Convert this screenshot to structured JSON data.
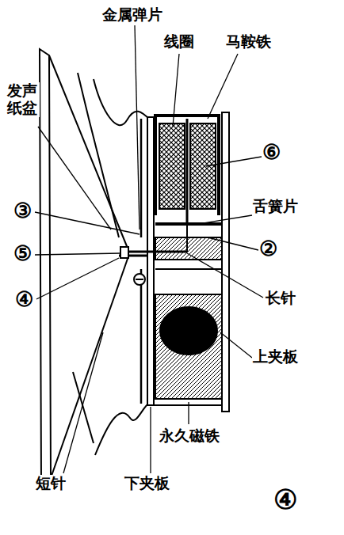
{
  "diagram": {
    "labels": [
      "金属弹片",
      "线圈",
      "马鞍铁",
      "发声纸盆",
      "⑥",
      "舌簧片",
      "③",
      "②",
      "⑤",
      "长针",
      "④",
      "上夹板",
      "永久磁铁",
      "短针",
      "下夹板",
      "④"
    ]
  }
}
